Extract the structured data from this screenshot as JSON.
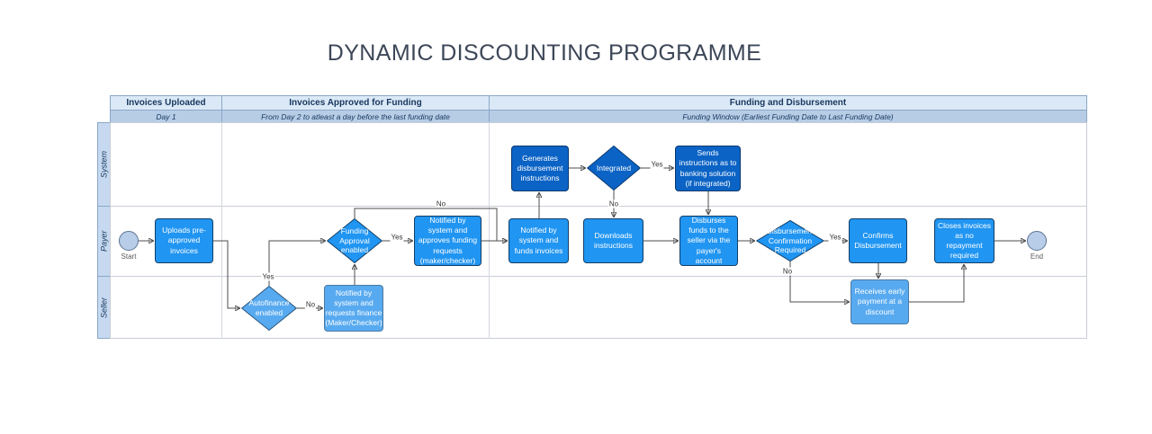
{
  "title": "DYNAMIC DISCOUNTING PROGRAMME",
  "phases": {
    "uploaded": {
      "label": "Invoices Uploaded",
      "subtitle": "Day 1"
    },
    "approved": {
      "label": "Invoices Approved for Funding",
      "subtitle": "From Day 2 to atleast a day before the last funding date"
    },
    "funding": {
      "label": "Funding and Disbursement",
      "subtitle": "Funding Window (Earliest Funding Date to Last Funding Date)"
    }
  },
  "lanes": {
    "system": {
      "label": "System"
    },
    "payer": {
      "label": "Payer"
    },
    "seller": {
      "label": "Seller"
    }
  },
  "nodes": {
    "start": {
      "label": "Start"
    },
    "uploads_invoices": {
      "label": "Uploads pre-approved invoices"
    },
    "funding_approval": {
      "label": "Funding Approval enabled"
    },
    "approves_funding": {
      "label": "Notified  by system and approves funding requests (maker/checker)"
    },
    "funds_invoices": {
      "label": "Notified by system and funds invoices"
    },
    "downloads_instructions": {
      "label": "Downloads instructions"
    },
    "disburses_funds": {
      "label": "Disburses funds to the seller via the payer's account"
    },
    "disbursement_confirmation": {
      "label": "Disbursement Confirmation Required"
    },
    "confirms_disbursement": {
      "label": "Confirms Disbursement"
    },
    "closes_invoices": {
      "label": "Closes invoices as no repayment required"
    },
    "end": {
      "label": "End"
    },
    "generates_instructions": {
      "label": "Generates disbursement instructions"
    },
    "integrated": {
      "label": "Integrated"
    },
    "sends_instructions": {
      "label": "Sends instructions as to banking solution (if integrated)"
    },
    "autofinance": {
      "label": "Autofinance enabled"
    },
    "requests_finance": {
      "label": "Notified  by system and requests finance (Maker/Checker)"
    },
    "receives_payment": {
      "label": "Receives early payment at a discount"
    }
  },
  "edge_labels": {
    "autofinance_yes": "Yes",
    "autofinance_no": "No",
    "funding_approval_yes": "Yes",
    "funding_approval_no": "No",
    "integrated_yes": "Yes",
    "integrated_no": "No",
    "disbursement_yes": "Yes",
    "disbursement_no": "No"
  },
  "colors": {
    "system_shape": "#0b63c5",
    "payer_shape": "#2095f2",
    "seller_shape": "#58aaf0",
    "phase_header_bg": "#dbe9f7",
    "phase_subtitle_bg": "#b7cde6",
    "lane_label_bg": "#c6d9f0",
    "header_text": "#17375e",
    "title_text": "#3d4758",
    "connector": "#4c4c4c",
    "terminator_fill": "#b7cde8"
  }
}
